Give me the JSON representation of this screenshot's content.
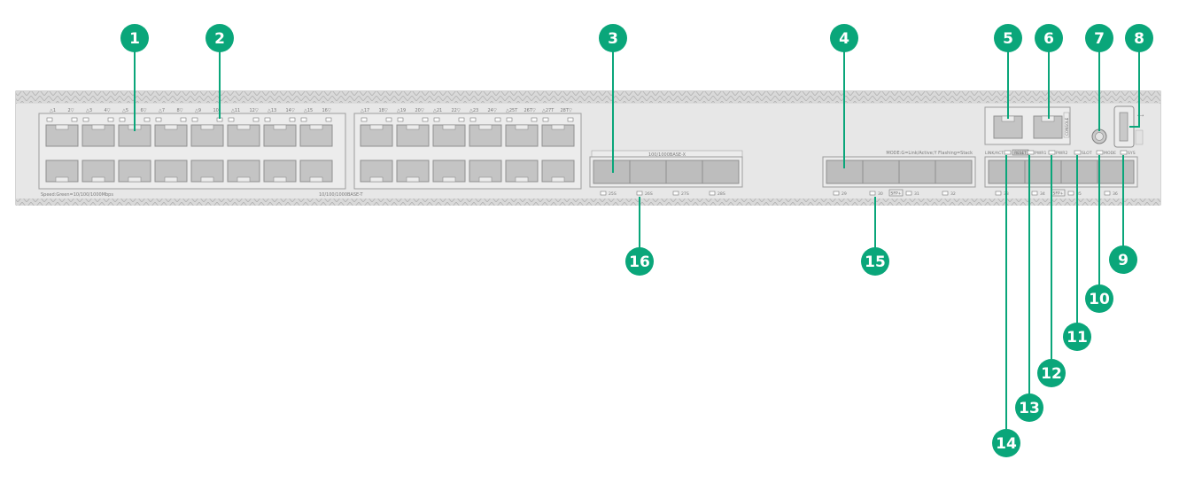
{
  "colors": {
    "callout": "#0aa67a",
    "callout_line": "#0aa67a",
    "panel": "#e4e4e4",
    "panel_edge": "#b9b9b9",
    "port": "#c4c4c4",
    "port_edge": "#8f8f8f",
    "sfp": "#bdbdbd",
    "led": "#ffffff",
    "label": "#7a7a7a"
  },
  "labels": {
    "speed": "Speed:Green=10/100/1000Mbps",
    "copper_type": "10/100/1000BASE-T",
    "sfp_type": "100/1000BASE-X",
    "mode_legend": "MODE:G=Link/Active;Y Flashing=Stack",
    "console": "CONSOLE",
    "link_act": "LINK/ACT",
    "reset": "RESET",
    "pwr1": "PWR1",
    "pwr2": "PWR2",
    "slot": "SLOT",
    "mode": "MODE",
    "sys": "SYS",
    "sfp_plus": "SFP+",
    "usb_mark": "⟷"
  },
  "port_labels_left_top": [
    "△1",
    "2▽",
    "△3",
    "4▽",
    "△5",
    "6▽",
    "△7",
    "8▽",
    "△9",
    "10",
    "△11",
    "12▽",
    "△13",
    "14▽",
    "△15",
    "16▽"
  ],
  "port_labels_mid_top": [
    "△17",
    "18▽",
    "△19",
    "20▽",
    "△21",
    "22▽",
    "△23",
    "24▽",
    "△25T",
    "26T▽",
    "△27T",
    "28T▽"
  ],
  "sfp_left_labels": [
    "25S",
    "26S",
    "27S",
    "28S"
  ],
  "sfp_right_labels": [
    "29",
    "30",
    "31",
    "32"
  ],
  "sfp_far_labels": [
    "33",
    "34",
    "35",
    "36"
  ],
  "callouts": [
    {
      "id": "c1",
      "num": "1"
    },
    {
      "id": "c2",
      "num": "2"
    },
    {
      "id": "c3",
      "num": "3"
    },
    {
      "id": "c4",
      "num": "4"
    },
    {
      "id": "c5",
      "num": "5"
    },
    {
      "id": "c6",
      "num": "6"
    },
    {
      "id": "c7",
      "num": "7"
    },
    {
      "id": "c8",
      "num": "8"
    },
    {
      "id": "c9",
      "num": "9"
    },
    {
      "id": "c10",
      "num": "10"
    },
    {
      "id": "c11",
      "num": "11"
    },
    {
      "id": "c12",
      "num": "12"
    },
    {
      "id": "c13",
      "num": "13"
    },
    {
      "id": "c14",
      "num": "14"
    },
    {
      "id": "c15",
      "num": "15"
    },
    {
      "id": "c16",
      "num": "16"
    }
  ]
}
